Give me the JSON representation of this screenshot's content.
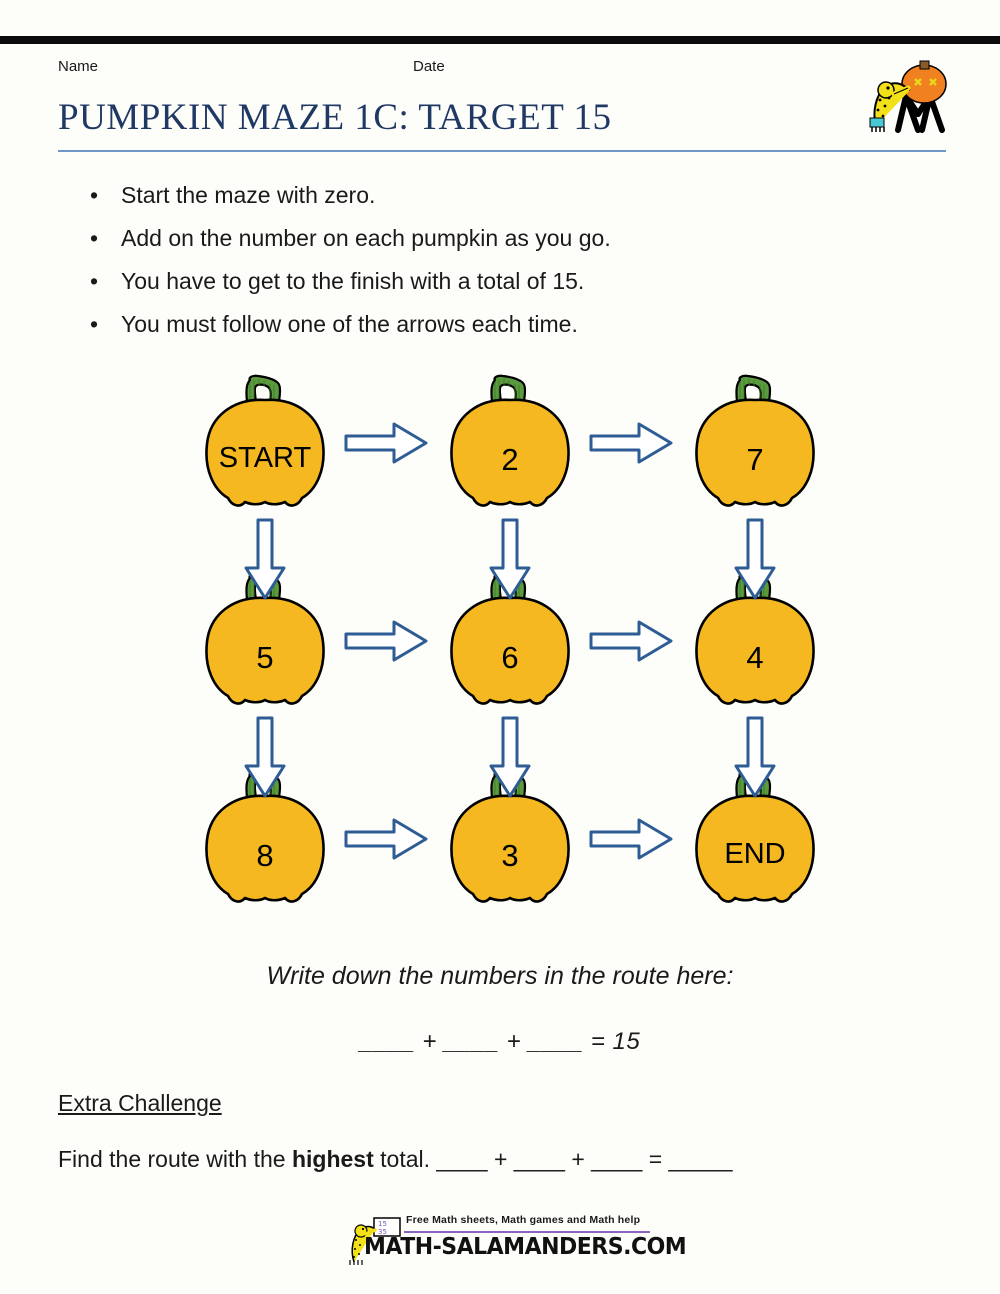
{
  "header": {
    "name_label": "Name",
    "date_label": "Date",
    "title": "PUMPKIN MAZE 1C: TARGET 15",
    "logo_name": "math-salamanders-pumpkin-logo",
    "rule_color": "#6e95c8",
    "title_color": "#1f3864"
  },
  "instructions": [
    "Start the maze with zero.",
    "Add on the number on each pumpkin as you go.",
    "You have to get to the finish with a total of 15.",
    "You must follow one of the arrows each time."
  ],
  "maze": {
    "pumpkin_color": "#F5B820",
    "stem_color": "#5B9B3E",
    "arrow_color": "#2E5C94",
    "cells": [
      {
        "label": "START",
        "row": 0,
        "col": 0
      },
      {
        "label": "2",
        "row": 0,
        "col": 1
      },
      {
        "label": "7",
        "row": 0,
        "col": 2
      },
      {
        "label": "5",
        "row": 1,
        "col": 0
      },
      {
        "label": "6",
        "row": 1,
        "col": 1
      },
      {
        "label": "4",
        "row": 1,
        "col": 2
      },
      {
        "label": "8",
        "row": 2,
        "col": 0
      },
      {
        "label": "3",
        "row": 2,
        "col": 1
      },
      {
        "label": "END",
        "row": 2,
        "col": 2
      }
    ],
    "arrows_right": 6,
    "arrows_down": 6
  },
  "route": {
    "prompt": "Write down the numbers in the route here:",
    "equation": "____ + ____ + ____ = 15"
  },
  "extra": {
    "heading": "Extra Challenge",
    "line_prefix": "Find the route with the ",
    "line_bold": "highest",
    "line_suffix": " total.  ____ + ____ + ____ = _____"
  },
  "footer": {
    "tagline": "Free Math sheets, Math games and Math help",
    "domain": "MATH-SALAMANDERS.COM",
    "rule_color": "#8d63c0",
    "mascot_name": "salamander-mascot-icon"
  }
}
